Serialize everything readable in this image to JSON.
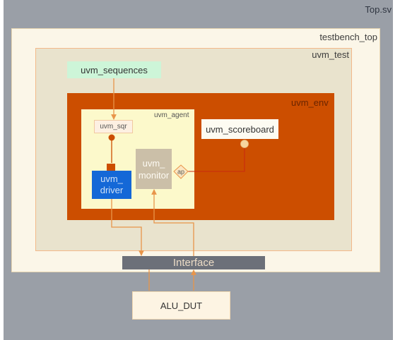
{
  "top": {
    "label": "Top.sv"
  },
  "testbench_top": {
    "label": "testbench_top"
  },
  "uvm_test": {
    "label": "uvm_test"
  },
  "uvm_sequences": {
    "label": "uvm_sequences"
  },
  "uvm_env": {
    "label": "uvm_env"
  },
  "uvm_agent": {
    "label": "uvm_agent"
  },
  "uvm_sqr": {
    "label": "uvm_sqr"
  },
  "uvm_driver": {
    "line1": "uvm_",
    "line2": "driver"
  },
  "uvm_monitor": {
    "line1": "uvm_",
    "line2": "monitor"
  },
  "analysis_port": {
    "label": "ap"
  },
  "uvm_scoreboard": {
    "label": "uvm_scoreboard"
  },
  "interface": {
    "label": "Interface"
  },
  "alu_dut": {
    "label": "ALU_DUT"
  },
  "colors": {
    "top_bg": "#9a9fa7",
    "testbench_bg": "#fbf6e8",
    "uvm_test_bg": "#e9e3cd",
    "uvm_sequences_bg": "#cdf5d8",
    "uvm_env_bg": "#cc4e00",
    "uvm_agent_bg": "#fcf9cb",
    "uvm_driver_bg": "#1468d7",
    "uvm_monitor_bg": "#cbbfa8",
    "interface_bg": "#6c7079",
    "alu_dut_bg": "#fdf4e3",
    "wire_orange": "#e8954a",
    "wire_red": "#c82a10"
  }
}
